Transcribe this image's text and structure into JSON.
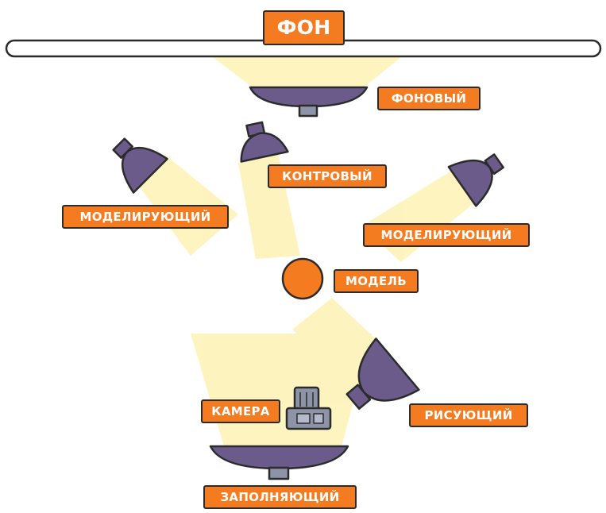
{
  "colors": {
    "accent": "#f47b20",
    "lamp": "#6b5b8a",
    "beam": "#fdf2b4",
    "outline": "#2b2b2b"
  },
  "labels": {
    "background": "ФОН",
    "background_light": "ФОНОВЫЙ",
    "back_light": "КОНТРОВЫЙ",
    "modeling_left": "МОДЕЛИРУЮЩИЙ",
    "modeling_right": "МОДЕЛИРУЮЩИЙ",
    "model": "МОДЕЛЬ",
    "key_light": "РИСУЮЩИЙ",
    "camera": "КАМЕРА",
    "fill_light": "ЗАПОЛНЯЮЩИЙ"
  },
  "icons": {
    "backdrop": "backdrop-bar",
    "lamp": "studio-lamp-icon",
    "camera": "camera-icon",
    "model": "model-circle"
  }
}
